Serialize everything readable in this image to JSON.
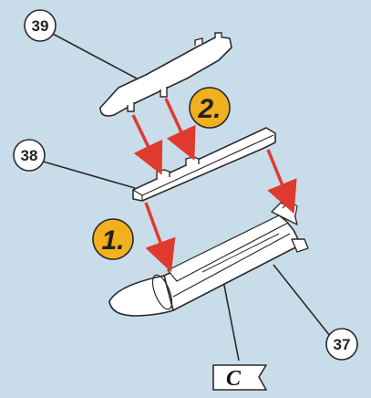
{
  "callouts": {
    "part_39": "39",
    "part_38": "38",
    "part_37": "37"
  },
  "steps": {
    "step_1": "1.",
    "step_2": "2."
  },
  "flag": {
    "label": "C"
  },
  "colors": {
    "background": "#c9dcea",
    "arrow": "#e03a2f",
    "step_badge": "#f2b01e",
    "part_fill": "#ffffff",
    "outline": "#2a2a2a"
  }
}
